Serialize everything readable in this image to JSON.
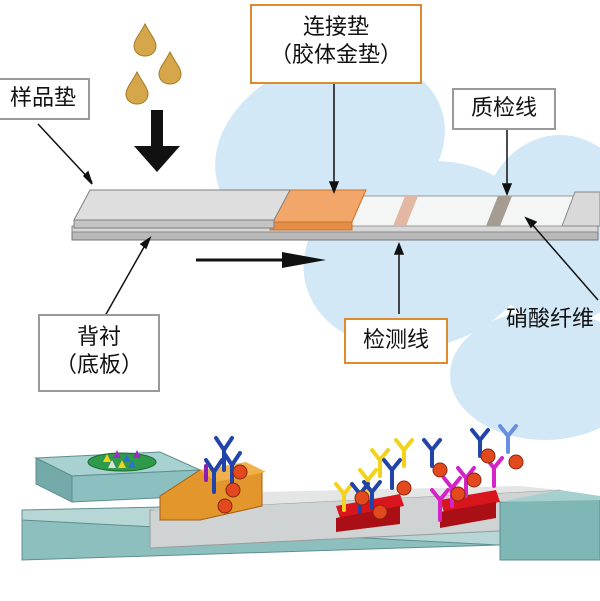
{
  "labels": {
    "sample_pad": "样品垫",
    "conjugate_pad_line1": "连接垫",
    "conjugate_pad_line2": "（胶体金垫）",
    "control_line": "质检线",
    "backing_line1": "背衬",
    "backing_line2": "（底板）",
    "test_line": "检测线",
    "nitrocellulose": "硝酸纤维"
  },
  "colors": {
    "sample_drop": "#d6a64a",
    "conjugate_pad": "#f2a66a",
    "test_band": "#e3b8a2",
    "control_band": "#a59d91",
    "strip_pad": "#d9d9d9",
    "backing": "#b9b9b9",
    "highlight_ellipse": "#cfe6f6",
    "label_border_gray": "#9a9a9a",
    "label_border_orange": "#e08a2e",
    "bottom_pad_teal": "#7fbfc1",
    "bottom_conjugate": "#d98a22",
    "antibody_blue": "#2244aa",
    "antibody_yellow": "#f2d21c",
    "antibody_magenta": "#d424c8",
    "antibody_line_red": "#d8151d",
    "gold_particle": "#e24a1e"
  }
}
